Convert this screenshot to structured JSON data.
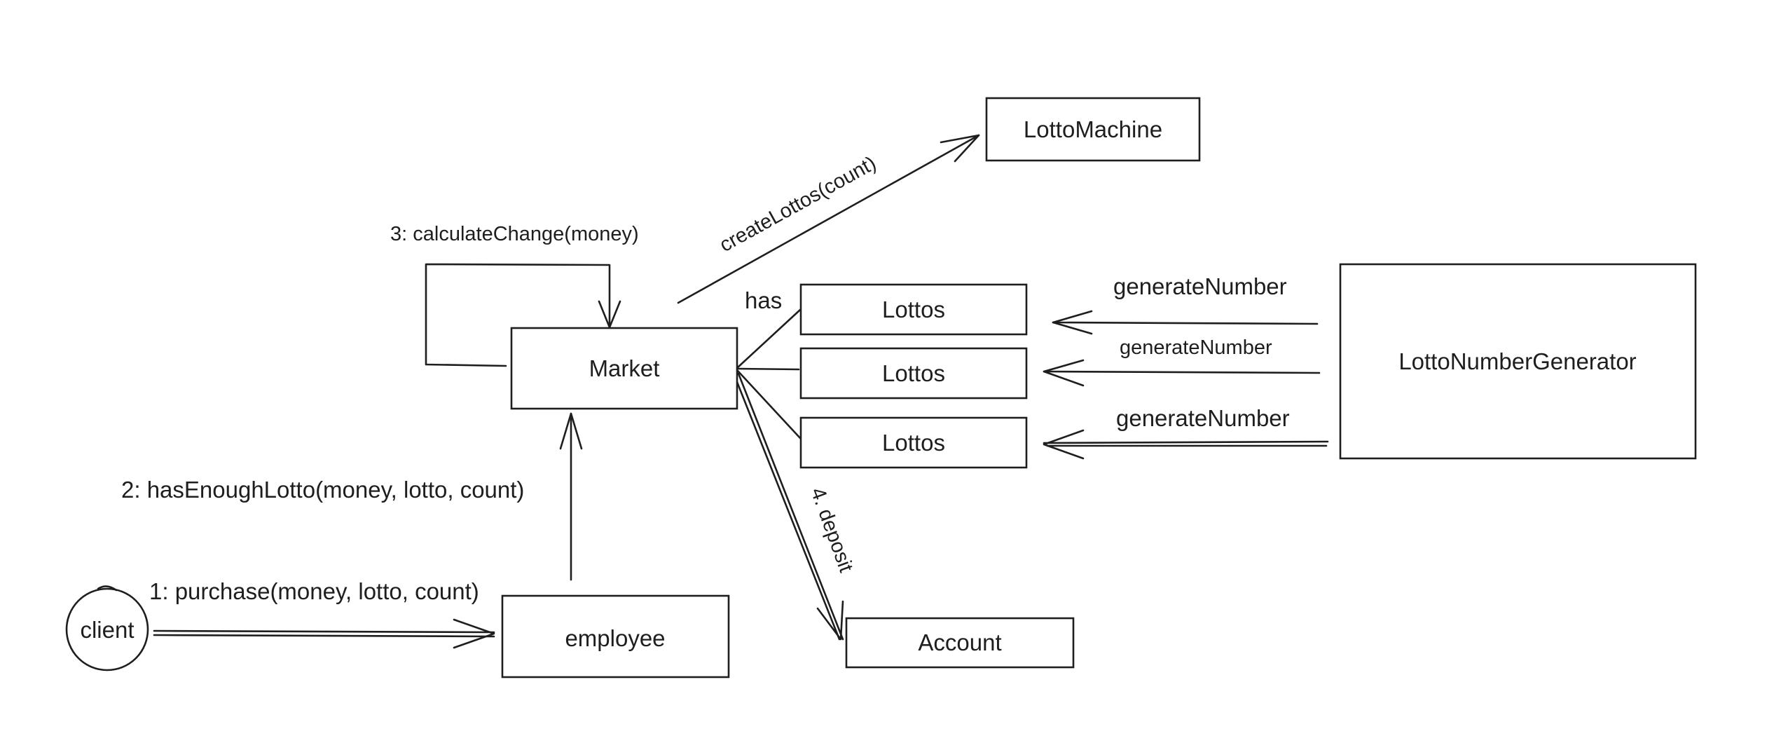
{
  "nodes": {
    "client": "client",
    "employee": "employee",
    "market": "Market",
    "lotto_machine": "LottoMachine",
    "lottos_1": "Lottos",
    "lottos_2": "Lottos",
    "lottos_3": "Lottos",
    "lotto_number_generator": "LottoNumberGenerator",
    "account": "Account"
  },
  "edges": {
    "purchase": "1: purchase(money, lotto, count)",
    "has_enough_lotto": "2: hasEnoughLotto(money, lotto, count)",
    "calculate_change": "3: calculateChange(money)",
    "deposit": "4. deposit",
    "create_lottos": "createLottos(count)",
    "has": "has",
    "generate_number_1": "generateNumber",
    "generate_number_2": "generateNumber",
    "generate_number_3": "generateNumber"
  },
  "colors": {
    "stroke": "#1e1e1e",
    "background": "#ffffff"
  }
}
